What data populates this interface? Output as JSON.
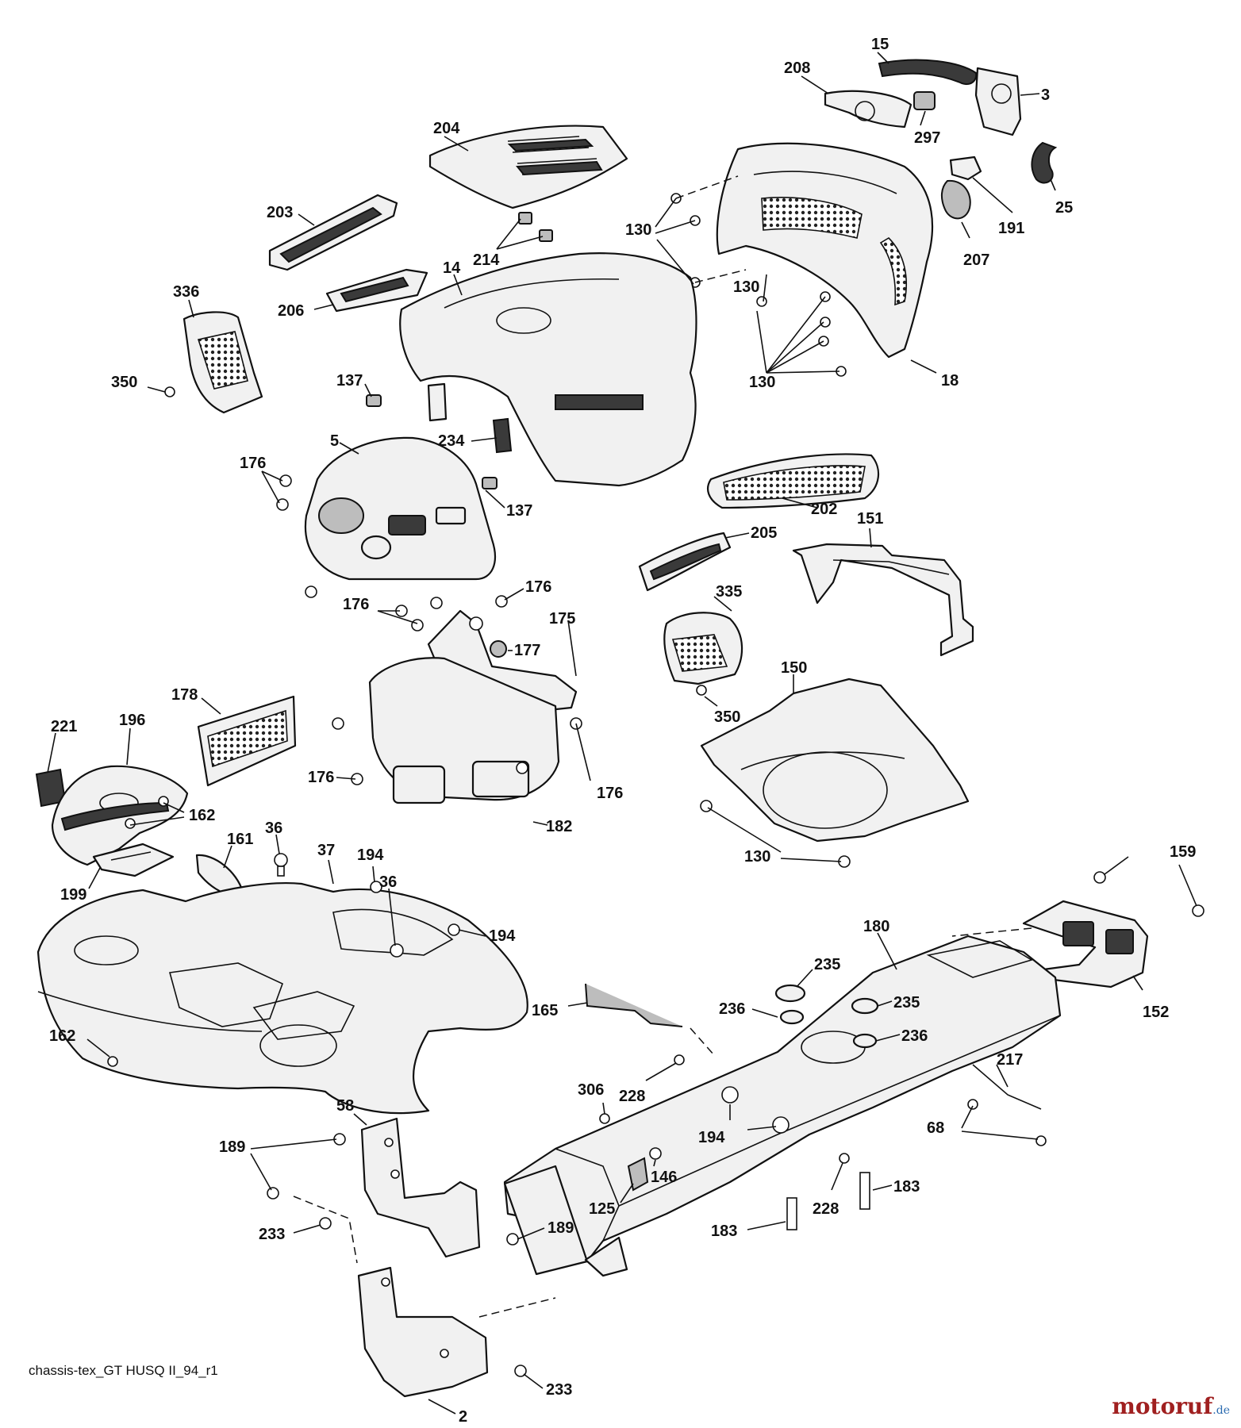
{
  "diagram": {
    "caption": "chassis-tex_GT HUSQ II_94_r1",
    "watermark": {
      "brand": "motoruf",
      "tld": ".de"
    },
    "callouts": [
      "15",
      "208",
      "3",
      "297",
      "25",
      "191",
      "207",
      "204",
      "130",
      "130",
      "130",
      "130",
      "18",
      "203",
      "214",
      "14",
      "206",
      "336",
      "350",
      "137",
      "234",
      "5",
      "176",
      "137",
      "202",
      "205",
      "151",
      "176",
      "176",
      "175",
      "177",
      "335",
      "350",
      "150",
      "178",
      "221",
      "196",
      "176",
      "176",
      "182",
      "162",
      "161",
      "130",
      "36",
      "37",
      "194",
      "36",
      "194",
      "199",
      "159",
      "180",
      "235",
      "236",
      "235",
      "236",
      "152",
      "165",
      "217",
      "162",
      "228",
      "306",
      "194",
      "58",
      "189",
      "146",
      "68",
      "183",
      "125",
      "228",
      "189",
      "183",
      "233",
      "233",
      "2"
    ]
  }
}
